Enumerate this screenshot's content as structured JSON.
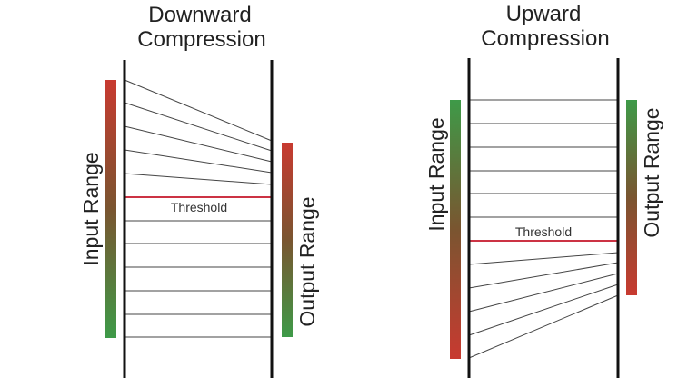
{
  "colors": {
    "range_top_red": "#c83a30",
    "range_bottom_green": "#3e9a48",
    "threshold_line": "#cc3344",
    "rail": "#111111",
    "mapping_line": "#444444",
    "text": "#222222"
  },
  "downward": {
    "title_line1": "Downward",
    "title_line2": "Compression",
    "input_label": "Input Range",
    "output_label": "Output Range",
    "threshold_label": "Threshold",
    "input_gradient": "red-top-to-green-bottom",
    "output_gradient": "red-top-to-green-bottom"
  },
  "upward": {
    "title_line1": "Upward",
    "title_line2": "Compression",
    "input_label": "Input Range",
    "output_label": "Output Range",
    "threshold_label": "Threshold",
    "input_gradient": "green-top-to-red-bottom",
    "output_gradient": "green-top-to-red-bottom"
  }
}
